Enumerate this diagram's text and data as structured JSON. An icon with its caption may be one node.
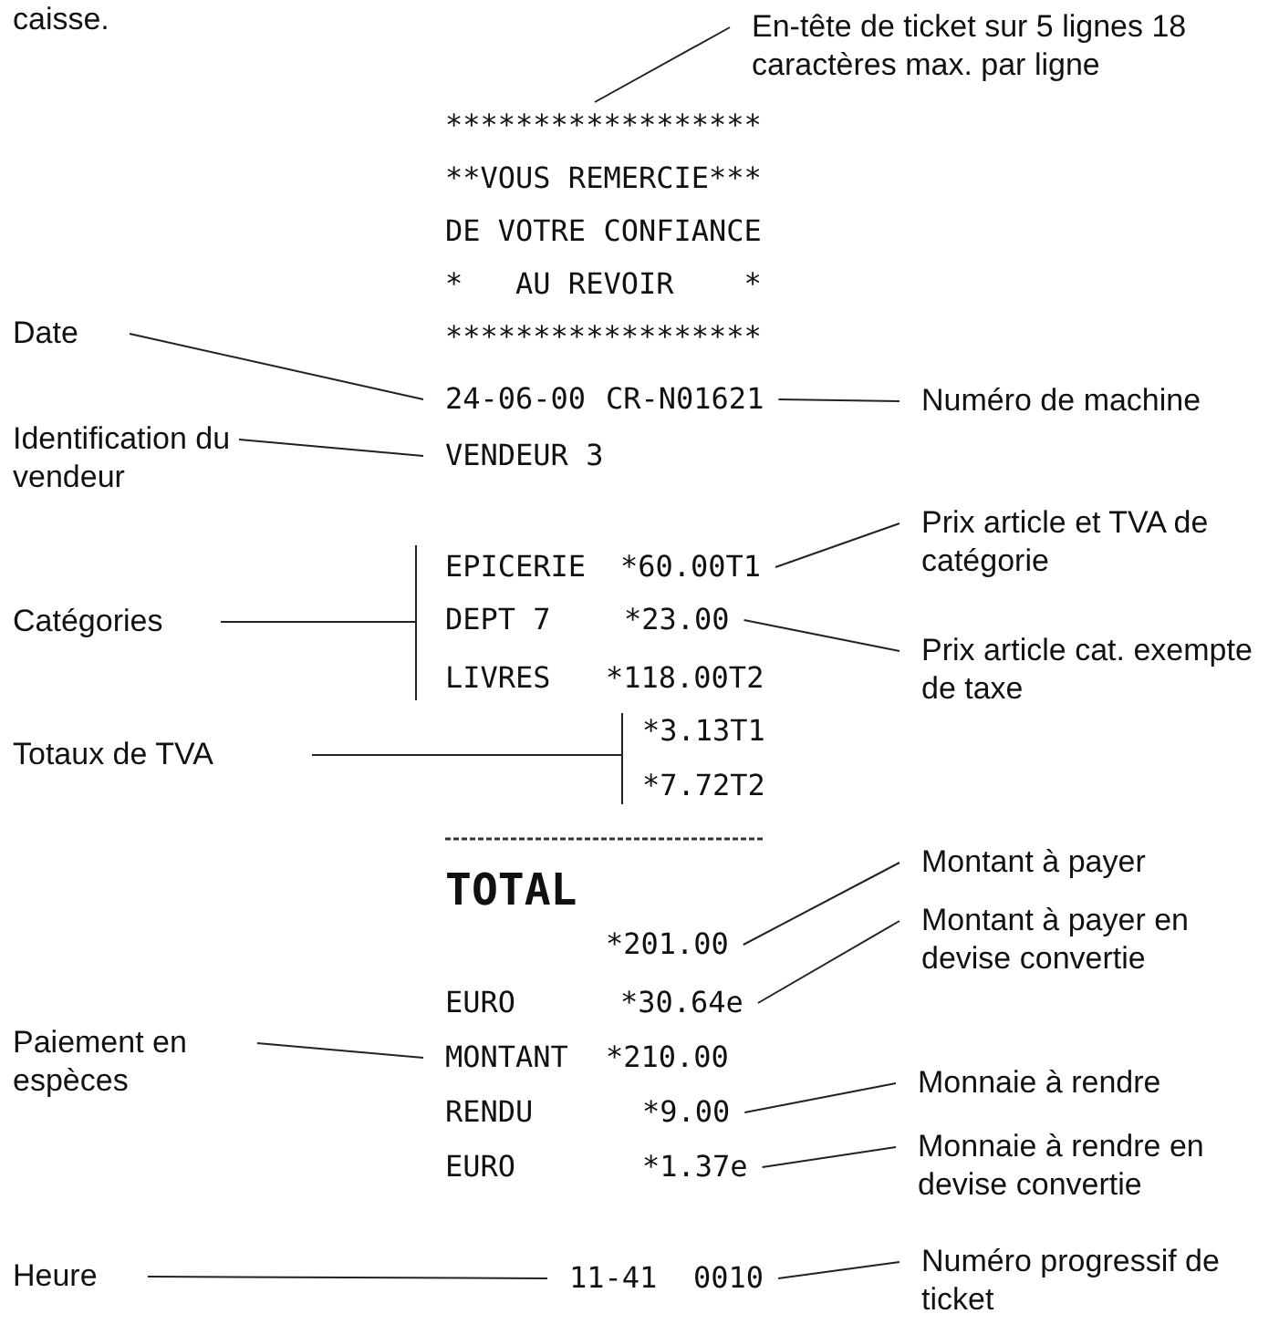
{
  "diagram": {
    "nodes": [
      {
        "text": [
          "En-tête de ticket sur 5 lignes 18 caractères max. par ligne"
        ]
      },
      {
        "text": [
          "******************",
          "**VOUS REMERCIE***",
          "DE VOTRE CONFIANCE",
          "*   AU REVOIR    *",
          "******************"
        ]
      },
      {
        "text": [
          "Date"
        ]
      },
      {
        "text": [
          "24-06-00"
        ]
      },
      {
        "text": [
          "CR-N01621"
        ]
      },
      {
        "text": [
          "Numéro de machine"
        ]
      },
      {
        "text": [
          "Identification du vendeur"
        ]
      },
      {
        "text": [
          "VENDEUR 3"
        ]
      },
      {
        "text": [
          "Prix article et TVA de catégorie"
        ]
      },
      {
        "text": [
          "Catégories"
        ]
      },
      {
        "text": [
          "EPICERIE",
          "*60.00T1"
        ]
      },
      {
        "text": [
          "DEPT 7",
          "*23.00"
        ]
      },
      {
        "text": [
          "Prix article cat. exempte de taxe"
        ]
      },
      {
        "text": [
          "LIVRES",
          "*118.00T2"
        ]
      },
      {
        "text": [
          "Totaux de TVA"
        ]
      },
      {
        "text": [
          "*3.13T1"
        ]
      },
      {
        "text": [
          "*7.72T2"
        ]
      },
      {
        "text": [
          "Montant à payer"
        ]
      },
      {
        "text": [
          "*201.00"
        ]
      },
      {
        "text": [
          "Montant à payer en devise convertie"
        ]
      },
      {
        "text": [
          "EURO",
          "*30.64e"
        ]
      },
      {
        "text": [
          "Paiement en espèces"
        ]
      },
      {
        "text": [
          "MONTANT",
          "*210.00"
        ]
      },
      {
        "text": [
          "Monnaie à rendre"
        ]
      },
      {
        "text": [
          "RENDU",
          "*9.00"
        ]
      },
      {
        "text": [
          "Monnaie à rendre en devise convertie"
        ]
      },
      {
        "text": [
          "EURO",
          "*1.37e"
        ]
      },
      {
        "text": [
          "Heure"
        ]
      },
      {
        "text": [
          "11-41"
        ]
      },
      {
        "text": [
          "0010"
        ]
      },
      {
        "text": [
          "Numéro progressif de ticket"
        ]
      }
    ],
    "edges": [
      {
        "from": 0,
        "to": 1,
        "arrow": "none"
      },
      {
        "from": 2,
        "to": 3,
        "arrow": "none"
      },
      {
        "from": 5,
        "to": 4,
        "arrow": "none"
      },
      {
        "from": 6,
        "to": 7,
        "arrow": "none"
      },
      {
        "from": 8,
        "to": 10,
        "arrow": "none"
      },
      {
        "from": 9,
        "to": 10,
        "arrow": "none"
      },
      {
        "from": 9,
        "to": 11,
        "arrow": "none"
      },
      {
        "from": 9,
        "to": 13,
        "arrow": "none"
      },
      {
        "from": 12,
        "to": 11,
        "arrow": "none"
      },
      {
        "from": 14,
        "to": 15,
        "arrow": "none"
      },
      {
        "from": 14,
        "to": 16,
        "arrow": "none"
      },
      {
        "from": 17,
        "to": 18,
        "arrow": "none"
      },
      {
        "from": 19,
        "to": 20,
        "arrow": "none"
      },
      {
        "from": 21,
        "to": 22,
        "arrow": "none"
      },
      {
        "from": 23,
        "to": 24,
        "arrow": "none"
      },
      {
        "from": 25,
        "to": 26,
        "arrow": "none"
      },
      {
        "from": 27,
        "to": 28,
        "arrow": "none"
      },
      {
        "from": 30,
        "to": 29,
        "arrow": "none"
      }
    ],
    "labels": [
      "caisse.",
      "TOTAL"
    ]
  }
}
